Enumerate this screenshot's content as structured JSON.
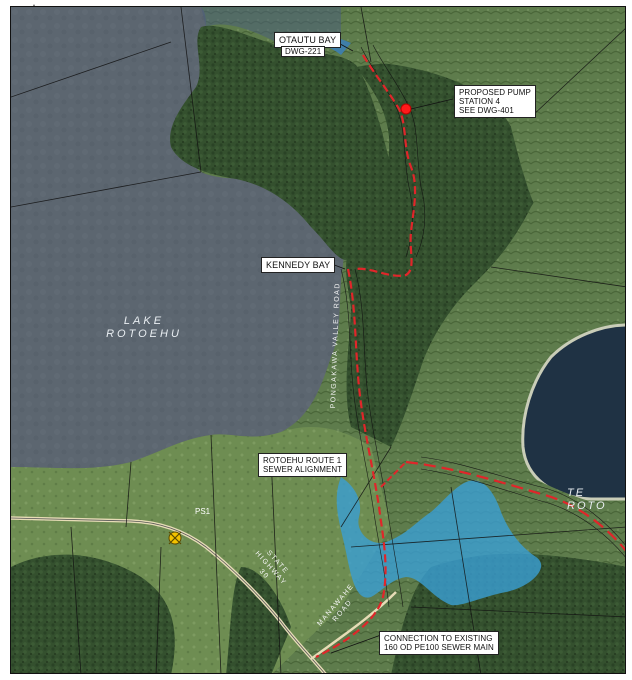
{
  "labels": {
    "otautu_bay": "OTAUTU BAY",
    "dwg_221": "DWG-221",
    "pump_station": "PROPOSED PUMP\nSTATION 4\nSEE DWG-401",
    "kennedy_bay": "KENNEDY BAY",
    "lake_rotoehu": "LAKE\nROTOEHU",
    "pongakawa_road": "PONGAKAWA VALLEY ROAD",
    "route_alignment": "ROTOEHU ROUTE 1\nSEWER ALIGNMENT",
    "te_rotoma": "TE ROTO",
    "ps1": "PS1",
    "state_highway": "STATE\nHIGHWAY\n30",
    "manawahe_road": "MANAWAHE\nROAD",
    "connection": "CONNECTION TO EXISTING\n160 OD PE100 SEWER MAIN"
  },
  "colors": {
    "lake": "#5d6670",
    "lake_east": "#1e3140",
    "forest": "#2f4a2a",
    "pasture": "#6f8f55",
    "wetland": "#3aa0d6",
    "sewer_alignment": "#e0262a",
    "pump_marker": "#ff1a1a",
    "road": "#d8c9a0"
  },
  "icons": [
    "north-arrow-icon",
    "pump-station-marker-icon",
    "ps1-marker-icon"
  ]
}
